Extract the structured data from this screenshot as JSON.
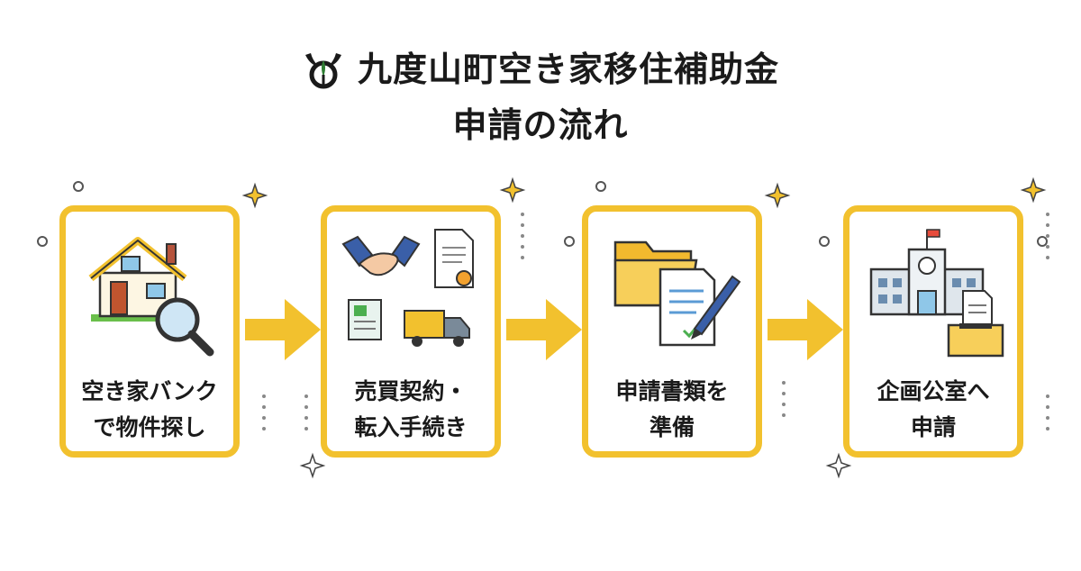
{
  "header": {
    "title": "九度山町空き家移住補助金",
    "subtitle": "申請の流れ"
  },
  "steps": [
    {
      "line1": "空き家バンク",
      "line2": "で物件探し"
    },
    {
      "line1": "売買契約・",
      "line2": "転入手続き"
    },
    {
      "line1": "申請書類を",
      "line2": "準備"
    },
    {
      "line1": "企画公室へ",
      "line2": "申請"
    }
  ],
  "colors": {
    "accent": "#f2c12e",
    "text": "#1a1a1a",
    "emblem_green": "#2e7d32"
  },
  "icons": {
    "step1": [
      "house-icon",
      "magnifier-icon"
    ],
    "step2": [
      "handshake-icon",
      "certificate-icon",
      "newspaper-icon",
      "truck-icon"
    ],
    "step3": [
      "folder-icon",
      "document-icon",
      "pen-icon"
    ],
    "step4": [
      "town-hall-icon",
      "ballot-box-icon"
    ]
  }
}
